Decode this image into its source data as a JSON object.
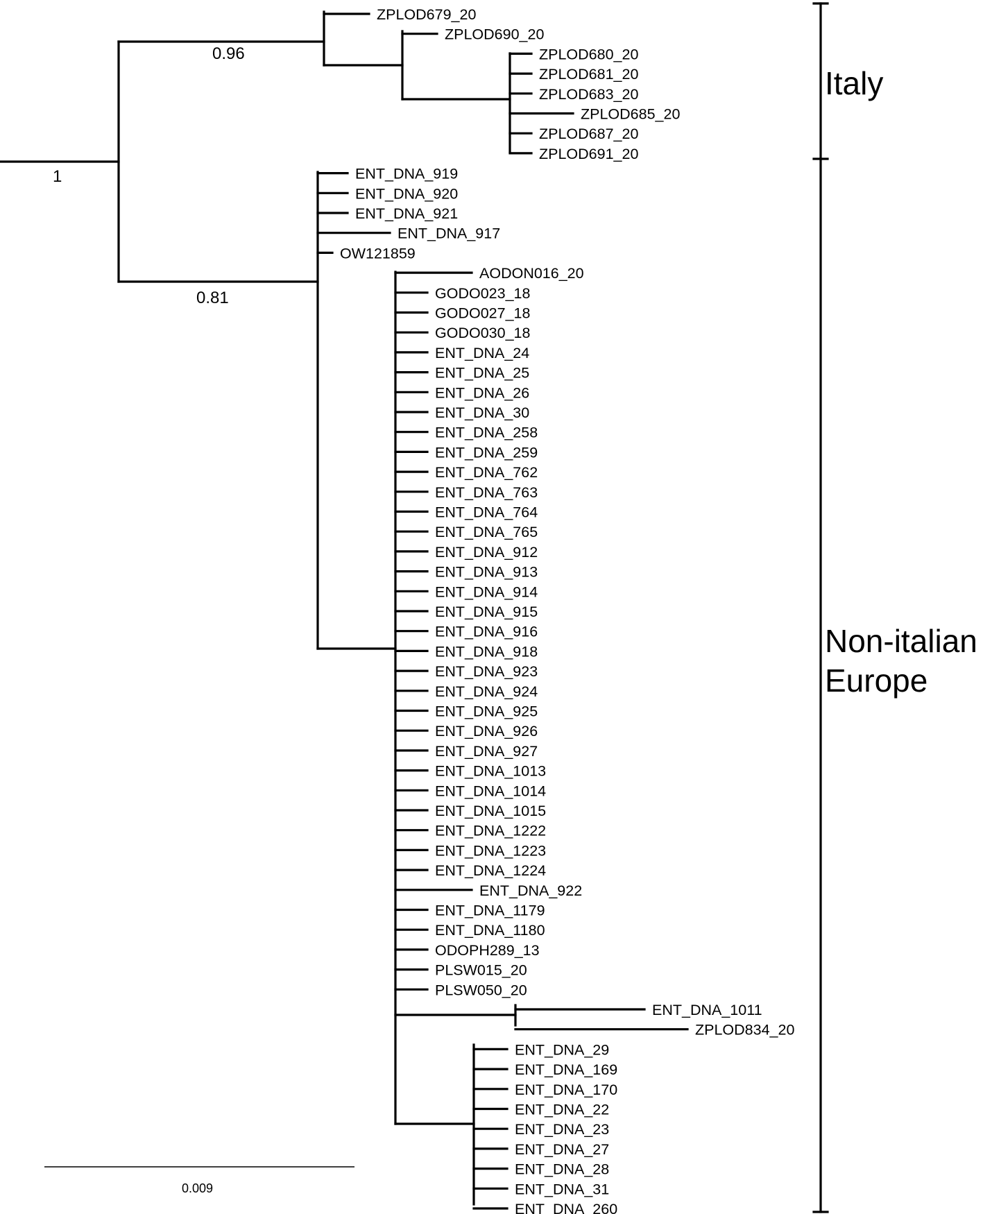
{
  "colors": {
    "lines": "#000000",
    "background": "#ffffff"
  },
  "support": {
    "root": "1",
    "italy": "0.96",
    "europe": "0.81"
  },
  "groups": {
    "italy": "Italy",
    "europe_line1": "Non-italian",
    "europe_line2": "Europe"
  },
  "scale": {
    "label": "0.009"
  },
  "tips": {
    "italy": [
      "ZPLOD679_20",
      "ZPLOD690_20",
      "ZPLOD680_20",
      "ZPLOD681_20",
      "ZPLOD683_20",
      "ZPLOD685_20",
      "ZPLOD687_20",
      "ZPLOD691_20"
    ],
    "europe_basal": [
      "ENT_DNA_919",
      "ENT_DNA_920",
      "ENT_DNA_921",
      "ENT_DNA_917",
      "OW121859"
    ],
    "europe_main": [
      "AODON016_20",
      "GODO023_18",
      "GODO027_18",
      "GODO030_18",
      "ENT_DNA_24",
      "ENT_DNA_25",
      "ENT_DNA_26",
      "ENT_DNA_30",
      "ENT_DNA_258",
      "ENT_DNA_259",
      "ENT_DNA_762",
      "ENT_DNA_763",
      "ENT_DNA_764",
      "ENT_DNA_765",
      "ENT_DNA_912",
      "ENT_DNA_913",
      "ENT_DNA_914",
      "ENT_DNA_915",
      "ENT_DNA_916",
      "ENT_DNA_918",
      "ENT_DNA_923",
      "ENT_DNA_924",
      "ENT_DNA_925",
      "ENT_DNA_926",
      "ENT_DNA_927",
      "ENT_DNA_1013",
      "ENT_DNA_1014",
      "ENT_DNA_1015",
      "ENT_DNA_1222",
      "ENT_DNA_1223",
      "ENT_DNA_1224",
      "ENT_DNA_922",
      "ENT_DNA_1179",
      "ENT_DNA_1180",
      "ODOPH289_13",
      "PLSW015_20",
      "PLSW050_20"
    ],
    "europe_pair": [
      "ENT_DNA_1011",
      "ZPLOD834_20"
    ],
    "europe_sub": [
      "ENT_DNA_29",
      "ENT_DNA_169",
      "ENT_DNA_170",
      "ENT_DNA_22",
      "ENT_DNA_23",
      "ENT_DNA_27",
      "ENT_DNA_28",
      "ENT_DNA_31",
      "ENT_DNA_260"
    ]
  }
}
